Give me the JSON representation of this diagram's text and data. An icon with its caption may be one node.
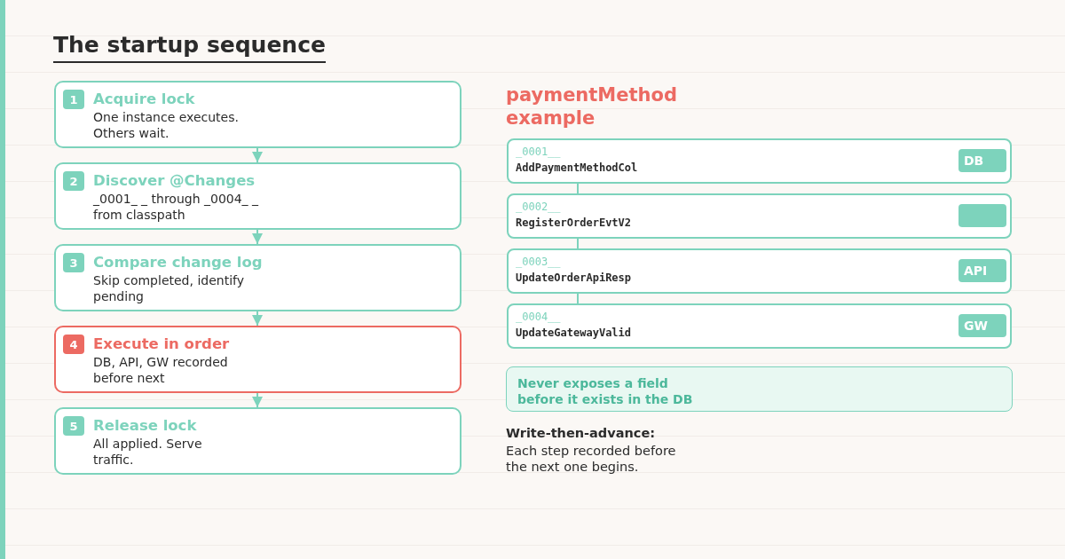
{
  "diagram": {
    "title": "The startup sequence",
    "nodes": [
      {
        "text": [
          "1",
          "Acquire lock",
          "One instance executes. Others wait."
        ]
      },
      {
        "text": [
          "2",
          "Discover @Changes",
          "_0001_ _ through _0004_ _ from classpath"
        ]
      },
      {
        "text": [
          "3",
          "Compare change log",
          "Skip completed, identify pending"
        ]
      },
      {
        "text": [
          "4",
          "Execute in order",
          "DB, API, GW recorded before next"
        ]
      },
      {
        "text": [
          "5",
          "Release lock",
          "All applied. Serve traffic."
        ]
      },
      {
        "text": [
          "_0001__",
          "AddPaymentMethodCol"
        ]
      },
      {
        "text": [
          "_0002__",
          "RegisterOrderEvtV2"
        ]
      },
      {
        "text": [
          "_0003__",
          "UpdateOrderApiResp"
        ]
      },
      {
        "text": [
          "_0004__",
          "UpdateGatewayValid"
        ]
      },
      {
        "text": [
          "DB"
        ],
        "in": 5
      },
      {
        "text": [],
        "shape": "box",
        "in": 6
      },
      {
        "text": [
          "API"
        ],
        "in": 7
      },
      {
        "text": [
          "GW"
        ],
        "in": 8
      },
      {
        "text": [
          "Never exposes a field before it exists in the DB"
        ]
      }
    ],
    "edges": [
      {
        "from": 0,
        "to": 1,
        "arrow": "to"
      },
      {
        "from": 1,
        "to": 2,
        "arrow": "to"
      },
      {
        "from": 2,
        "to": 3,
        "arrow": "to"
      },
      {
        "from": 3,
        "to": 4,
        "arrow": "to"
      },
      {
        "from": 5,
        "to": 6,
        "arrow": "none"
      },
      {
        "from": 6,
        "to": 7,
        "arrow": "none"
      },
      {
        "from": 7,
        "to": 8,
        "arrow": "none"
      }
    ],
    "labels": [
      "paymentMethod example",
      "Write-then-advance:",
      "Each step recorded before the next one begins."
    ]
  }
}
